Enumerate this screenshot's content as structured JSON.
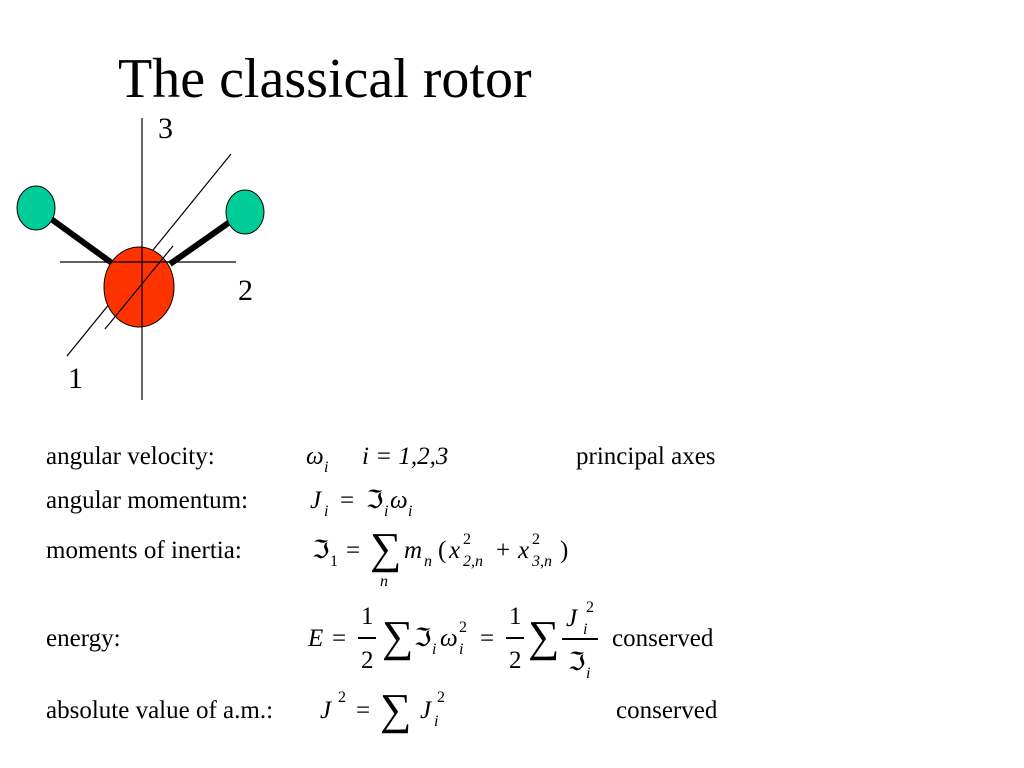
{
  "title": "The classical rotor",
  "diagram": {
    "axis_labels": {
      "axis1": "1",
      "axis2": "2",
      "axis3": "3"
    },
    "colors": {
      "center_atom": "#ff3300",
      "outer_atom": "#00cc99",
      "bond": "#000000",
      "axis": "#000000"
    }
  },
  "rows": {
    "velocity": {
      "label": "angular velocity:",
      "symbol": "ω",
      "sub": "i",
      "index_eq": "i = 1,2,3",
      "note": "principal axes"
    },
    "momentum": {
      "label": "angular momentum:",
      "lhs": "J",
      "sub_i": "i",
      "eq": "=",
      "inertia": "ℑ",
      "omega": "ω"
    },
    "inertia": {
      "label": "moments of inertia:",
      "lhs": "ℑ",
      "sub1": "1",
      "eq": "=",
      "sum_index": "n",
      "m": "m",
      "mn_sub": "n",
      "open": "(",
      "x": "x",
      "sq": "2",
      "sub_2n": "2,n",
      "plus": "+",
      "sub_3n": "3,n",
      "close": ")"
    },
    "energy": {
      "label": "energy:",
      "lhs": "E",
      "eq": "=",
      "num": "1",
      "den": "2",
      "inertia": "ℑ",
      "omega": "ω",
      "sub_i": "i",
      "sq": "2",
      "J": "J",
      "note": "conserved"
    },
    "absolute": {
      "label": "absolute value of a.m.:",
      "J": "J",
      "sq": "2",
      "eq": "=",
      "sub_i": "i",
      "note": "conserved"
    }
  }
}
